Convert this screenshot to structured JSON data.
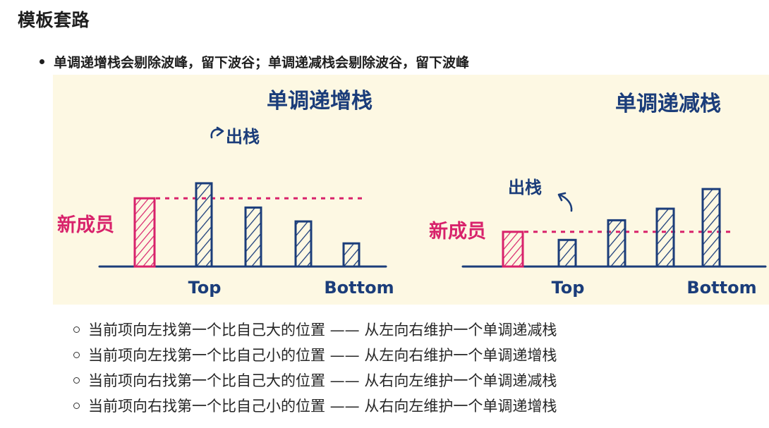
{
  "heading": "模板套路",
  "bullet": "单调递增栈会剔除波峰，留下波谷；单调递减栈会剔除波谷，留下波峰",
  "figure": {
    "left": {
      "title": "单调递增栈",
      "new_member": "新成员",
      "pop": "出栈",
      "top": "Top",
      "bottom": "Bottom",
      "new_level": 0.59,
      "bars": [
        0.72,
        0.51,
        0.39,
        0.2
      ]
    },
    "right": {
      "title": "单调递减栈",
      "new_member": "新成员",
      "pop": "出栈",
      "top": "Top",
      "bottom": "Bottom",
      "new_level": 0.3,
      "bars": [
        0.23,
        0.4,
        0.5,
        0.67
      ]
    },
    "colors": {
      "blue": "#1b3d7a",
      "pink": "#d8226b",
      "background": "#fdf8e3"
    }
  },
  "sub_items": [
    "当前项向左找第一个比自己大的位置 —— 从左向右维护一个单调递减栈",
    "当前项向左找第一个比自己小的位置 —— 从左向右维护一个单调递增栈",
    "当前项向右找第一个比自己大的位置 —— 从右向左维护一个单调递减栈",
    "当前项向右找第一个比自己小的位置 —— 从右向左维护一个单调递增栈"
  ]
}
